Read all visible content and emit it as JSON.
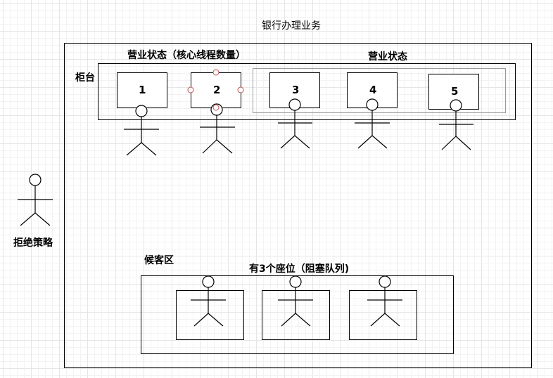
{
  "diagram": {
    "title": "银行办理业务",
    "counter_label": "柜台",
    "core_threads_label": "营业状态（核心线程数量）",
    "business_state_label": "营业状态",
    "reject_label": "拒绝策略",
    "waiting_area_label": "候客区",
    "seats_label": "有3个座位（阻塞队列)",
    "windows": [
      "1",
      "2",
      "3",
      "4",
      "5"
    ]
  }
}
